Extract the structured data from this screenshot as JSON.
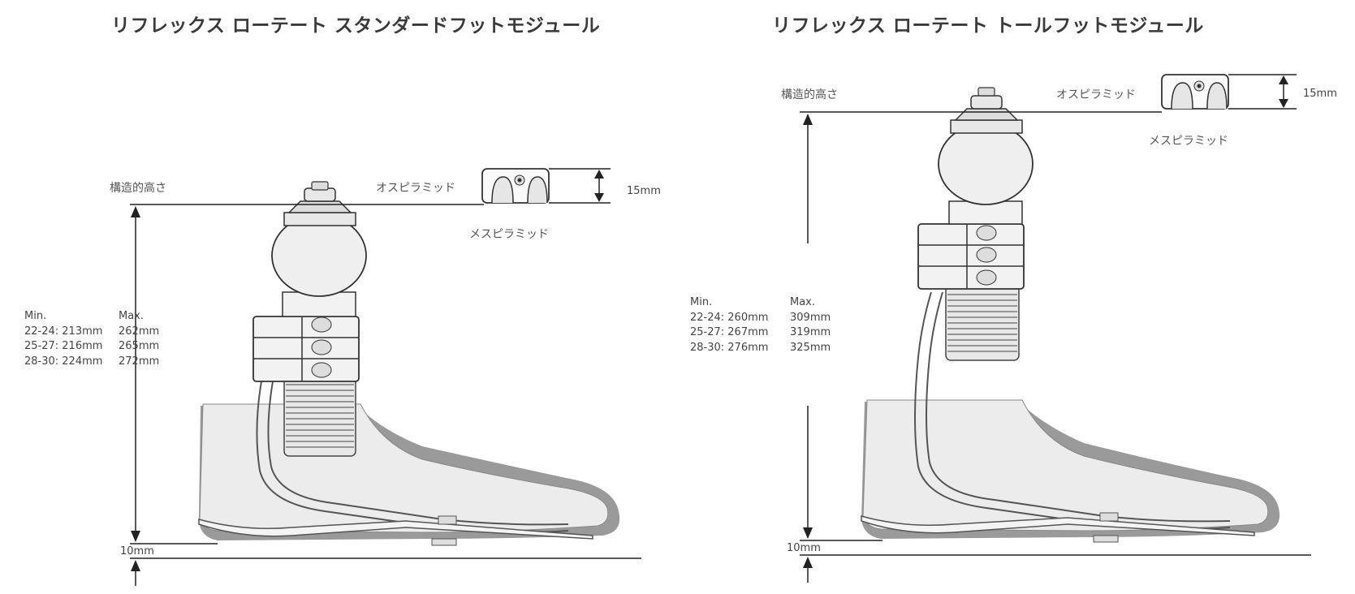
{
  "panels": [
    {
      "title": "リフレックス ローテート スタンダードフットモジュール",
      "build_height_label": "構造的高さ",
      "male_pyramid_label": "オスピラミッド",
      "female_pyramid_label": "メスピラミッド",
      "pyramid_dim": "15mm",
      "heel_dim": "10mm",
      "min_header": "Min.",
      "max_header": "Max.",
      "min_values": [
        "22-24: 213mm",
        "25-27: 216mm",
        "28-30: 224mm"
      ],
      "max_values": [
        "262mm",
        "265mm",
        "272mm"
      ]
    },
    {
      "title": "リフレックス ローテート トールフットモジュール",
      "build_height_label": "構造的高さ",
      "male_pyramid_label": "オスピラミッド",
      "female_pyramid_label": "メスピラミッド",
      "pyramid_dim": "15mm",
      "heel_dim": "10mm",
      "min_header": "Min.",
      "max_header": "Max.",
      "min_values": [
        "22-24: 260mm",
        "25-27: 267mm",
        "28-30: 276mm"
      ],
      "max_values": [
        "309mm",
        "319mm",
        "325mm"
      ]
    }
  ]
}
